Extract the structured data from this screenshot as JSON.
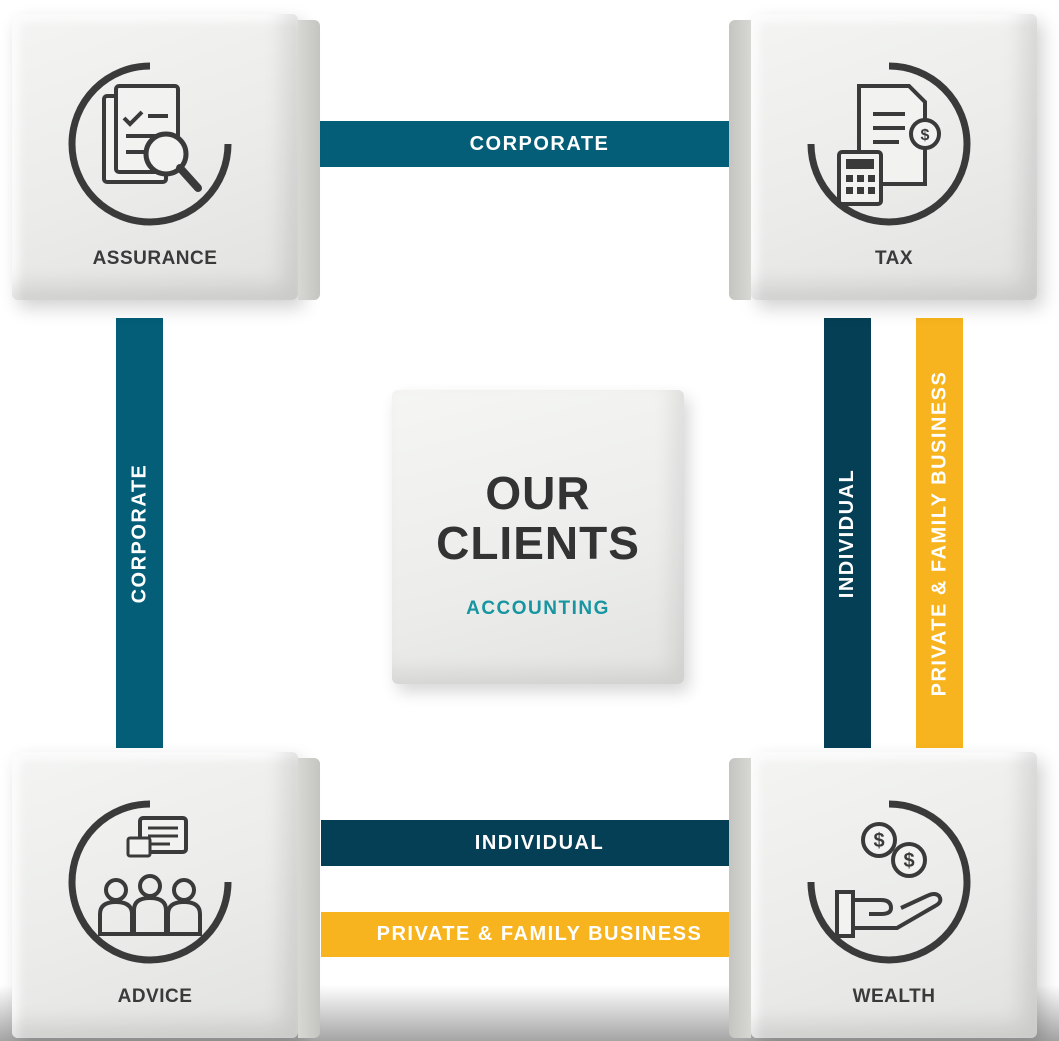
{
  "center": {
    "title_line1": "OUR",
    "title_line2": "CLIENTS",
    "subtitle": "ACCOUNTING"
  },
  "cubes": {
    "assurance": {
      "label": "ASSURANCE",
      "icon": "document-magnifier-icon"
    },
    "tax": {
      "label": "TAX",
      "icon": "tax-calculator-icon"
    },
    "advice": {
      "label": "ADVICE",
      "icon": "people-chat-icon"
    },
    "wealth": {
      "label": "WEALTH",
      "icon": "hand-coins-icon"
    }
  },
  "connectors": {
    "top": "CORPORATE",
    "left": "CORPORATE",
    "right_individual": "INDIVIDUAL",
    "right_private": "PRIVATE & FAMILY BUSINESS",
    "bottom_individual": "INDIVIDUAL",
    "bottom_private": "PRIVATE & FAMILY BUSINESS"
  },
  "colors": {
    "corporate": "#045e78",
    "individual": "#053f55",
    "private_family": "#f7b41e",
    "accounting": "#1795a1",
    "icon_dark": "#3a3a3a"
  }
}
